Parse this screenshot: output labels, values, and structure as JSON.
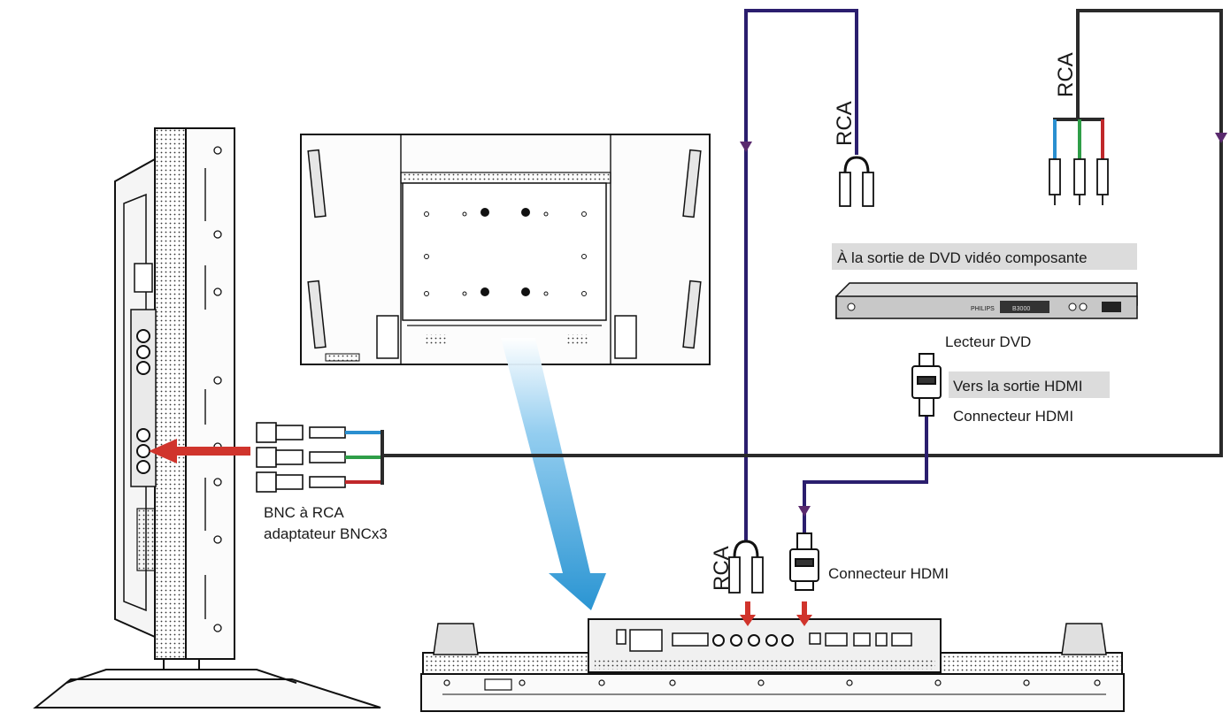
{
  "labels": {
    "rca_top_center": "RCA",
    "rca_top_right": "RCA",
    "rca_bottom": "RCA",
    "component_out": "À la sortie de DVD vidéo composante",
    "dvd_player": "Lecteur DVD",
    "dvd_brand": "PHILIPS",
    "dvd_display": "B3000",
    "hdmi_out": "Vers la sortie HDMI",
    "hdmi_connector_top": "Connecteur HDMI",
    "hdmi_connector_bottom": "Connecteur HDMI",
    "bnc_line1": "BNC à RCA",
    "bnc_line2": "adaptateur BNCx3"
  },
  "colors": {
    "cable_purple": "#2b1e6e",
    "cable_dark": "#2a2a2a",
    "rca_blue": "#2a8fd0",
    "rca_green": "#2f9e48",
    "rca_red": "#c0282b",
    "arrow_red": "#d0342c",
    "flow_arrow": "#1f8fd0",
    "label_highlight": "#dcdcdc"
  }
}
